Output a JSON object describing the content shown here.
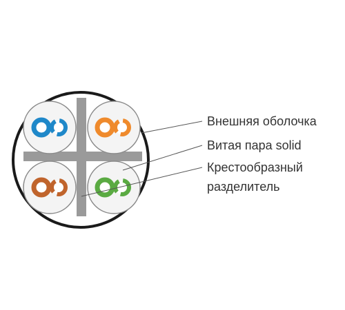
{
  "labels": {
    "outer_sheath": "Внешняя оболочка",
    "twisted_pair": "Витая пара solid",
    "separator_line1": "Крестообразный",
    "separator_line2": "разделитель"
  },
  "colors": {
    "sheath_outline": "#1a1a1a",
    "separator": "#9a9a9a",
    "pair_background": "#f4f4f4",
    "pair_outline": "#8a8a8a",
    "leader_line": "#555555",
    "pair_blue": "#1f88c9",
    "pair_orange": "#ef8a2c",
    "pair_brown": "#c0642c",
    "pair_green": "#5aaa42"
  },
  "pairs": [
    {
      "position": "top-left",
      "color": "blue"
    },
    {
      "position": "top-right",
      "color": "orange"
    },
    {
      "position": "bottom-left",
      "color": "brown"
    },
    {
      "position": "bottom-right",
      "color": "green"
    }
  ]
}
